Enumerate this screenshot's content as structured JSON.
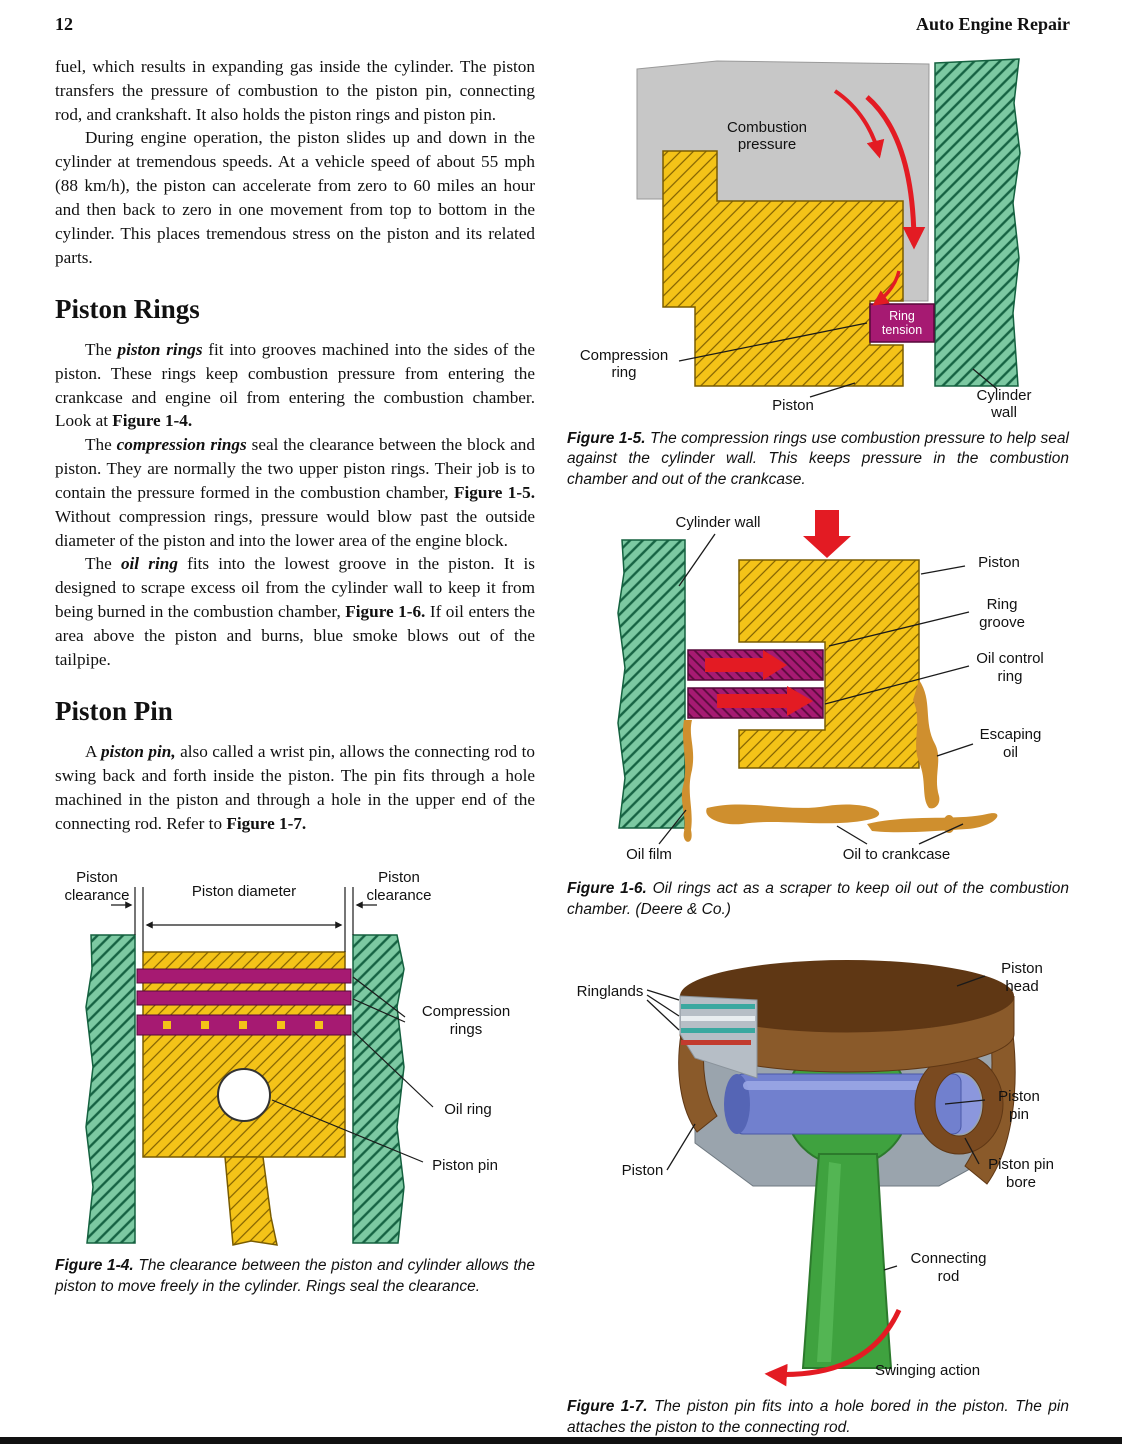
{
  "header": {
    "page_number": "12",
    "book_title": "Auto Engine Repair"
  },
  "body": {
    "p1": "fuel, which results in expanding gas inside the cylinder. The piston transfers the pressure of combustion to the piston pin, connecting rod, and crankshaft. It also holds the piston rings and piston pin.",
    "p2": "During engine operation, the piston slides up and down in the cylinder at tremendous speeds. At a vehicle speed of about 55 mph (88 km/h), the piston can accelerate from zero to 60 miles an hour and then back to zero in one movement from top to bottom in the cylinder. This places tremendous stress on the piston and its related parts.",
    "heading_rings": "Piston Rings",
    "rings_p1": {
      "lead": "The ",
      "term": "piston rings",
      "rest": " fit into grooves machined into the sides of the piston. These rings keep combustion pressure from entering the crankcase and engine oil from entering the combustion chamber. Look at ",
      "figref": "Figure 1-4."
    },
    "rings_p2": {
      "lead": "The ",
      "term": "compression rings",
      "rest": " seal the clearance between the block and piston. They are normally the two upper piston rings. Their job is to contain the pressure formed in the combustion chamber, ",
      "figref": "Figure 1-5.",
      "rest2": " Without compression rings, pressure would blow past the outside diameter of the piston and into the lower area of the engine block."
    },
    "rings_p3": {
      "lead": "The ",
      "term": "oil ring",
      "rest": " fits into the lowest groove in the piston. It is designed to scrape excess oil from the cylinder wall to keep it from being burned in the combustion chamber, ",
      "figref": "Figure 1-6.",
      "rest2": " If oil enters the area above the piston and burns, blue smoke blows out of the tailpipe."
    },
    "heading_pin": "Piston Pin",
    "pin_p1": {
      "lead": "A ",
      "term": "piston pin,",
      "rest": " also called a wrist pin, allows the connecting rod to swing back and forth inside the piston. The pin fits through a hole machined in the piston and through a hole in the upper end of the connecting rod. Refer to ",
      "figref": "Figure 1-7."
    }
  },
  "figures": {
    "fig4": {
      "labels": {
        "piston_clearance_left": "Piston clearance",
        "piston_clearance_right": "Piston clearance",
        "piston_diameter": "Piston diameter",
        "compression_rings": "Compression rings",
        "oil_ring": "Oil ring",
        "piston_pin": "Piston pin"
      },
      "caption_label": "Figure 1-4.",
      "caption_text": "The clearance between the piston and cylinder allows the piston to move freely in the cylinder. Rings seal the clearance."
    },
    "fig5": {
      "labels": {
        "combustion_pressure": "Combustion pressure",
        "ring_tension": "Ring tension",
        "compression_ring": "Compression ring",
        "piston": "Piston",
        "cylinder_wall": "Cylinder wall"
      },
      "caption_label": "Figure 1-5.",
      "caption_text": "The compression rings use combustion pressure to help seal against the cylinder wall. This keeps pressure in the combustion chamber and out of the crankcase."
    },
    "fig6": {
      "labels": {
        "cylinder_wall": "Cylinder wall",
        "piston": "Piston",
        "ring_groove": "Ring groove",
        "oil_control_ring": "Oil control ring",
        "escaping_oil": "Escaping oil",
        "oil_film": "Oil film",
        "oil_to_crankcase": "Oil to crankcase"
      },
      "caption_label": "Figure 1-6.",
      "caption_text": "Oil rings act as a scraper to keep oil out of the combustion chamber. (Deere & Co.)"
    },
    "fig7": {
      "labels": {
        "ringlands": "Ringlands",
        "piston_head": "Piston head",
        "piston_pin": "Piston pin",
        "piston_pin_bore": "Piston pin bore",
        "piston": "Piston",
        "connecting_rod": "Connecting rod",
        "swinging_action": "Swinging action"
      },
      "caption_label": "Figure 1-7.",
      "caption_text": "The piston pin fits into a hole bored in the piston. The pin attaches the piston to the connecting rod."
    }
  },
  "colors": {
    "wall_green": "#7cc9a2",
    "piston_yellow": "#f4c318",
    "ring_magenta": "#a61a72",
    "gas_gray": "#c7c7c7",
    "arrow_red": "#e31b23",
    "oil_orange": "#cf8f2e",
    "rod_green": "#3fa23f",
    "pin_blue": "#7180ce",
    "piston_brown": "#8a5a2a"
  }
}
